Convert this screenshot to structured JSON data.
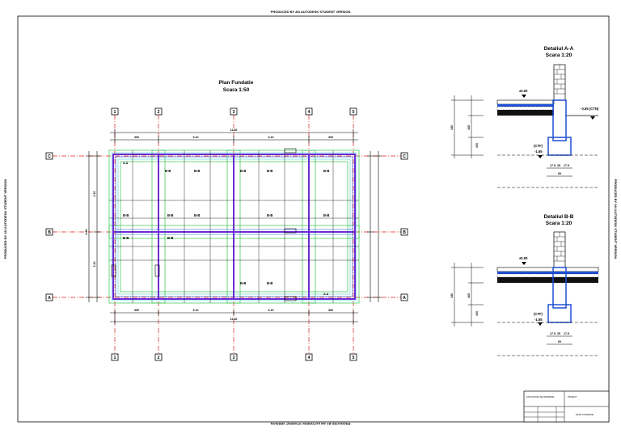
{
  "watermark": {
    "top": "PRODUCED BY AN AUTODESK STUDENT VERSION",
    "bottom": "PRODUCED BY AN AUTODESK STUDENT VERSION",
    "left": "PRODUCED BY AN AUTODESK STUDENT VERSION",
    "right": "PRODUCED BY AN AUTODESK STUDENT VERSION"
  },
  "plan": {
    "title": "Plan Fundatie",
    "scale": "Scara 1:50",
    "col_axes": [
      "1",
      "2",
      "3",
      "4",
      "5"
    ],
    "row_axes": [
      "A",
      "B",
      "C"
    ],
    "dims_top": [
      "300",
      "3.10",
      "3.10",
      "300"
    ],
    "dim_total_top": "11.40",
    "dims_bottom": [
      "300",
      "3.10",
      "3.10",
      "300"
    ],
    "dim_total_bottom": "11.40",
    "dims_left": [
      "3.10",
      "3.10"
    ],
    "dim_total_left": "6.80",
    "section_labels": [
      "B-B",
      "B-B",
      "B-B",
      "B-B",
      "B-B",
      "B-B",
      "B-B",
      "B-B",
      "B-B",
      "B-B",
      "B-B",
      "B-B",
      "B-B",
      "B-B"
    ],
    "section_mark": "A-A"
  },
  "detail_aa": {
    "title": "Detaliul A-A",
    "scale": "Scara 1:20",
    "level_top": "±0.00",
    "level_ctn": "- 0.55 (CTN)",
    "level_ctf": "(CTF)",
    "level_ctf_val": "-1.65",
    "dims": [
      "140",
      "165",
      "100"
    ],
    "base_dims": [
      "17.5",
      "25",
      "17.5"
    ],
    "base_total": "60"
  },
  "detail_bb": {
    "title": "Detaliul B-B",
    "scale": "Scara 1:20",
    "level_top": "±0.00",
    "level_ctf": "(CTF)",
    "level_ctf_val": "-1.65",
    "dims": [
      "140",
      "165",
      "100"
    ],
    "base_dims": [
      "17.5",
      "25",
      "17.5"
    ],
    "base_total": "60"
  },
  "title_block": {
    "university": "FACULTATEA DE INGINERIE",
    "project": "PROIECT",
    "drawing": "PLAN FUNDATIE"
  }
}
